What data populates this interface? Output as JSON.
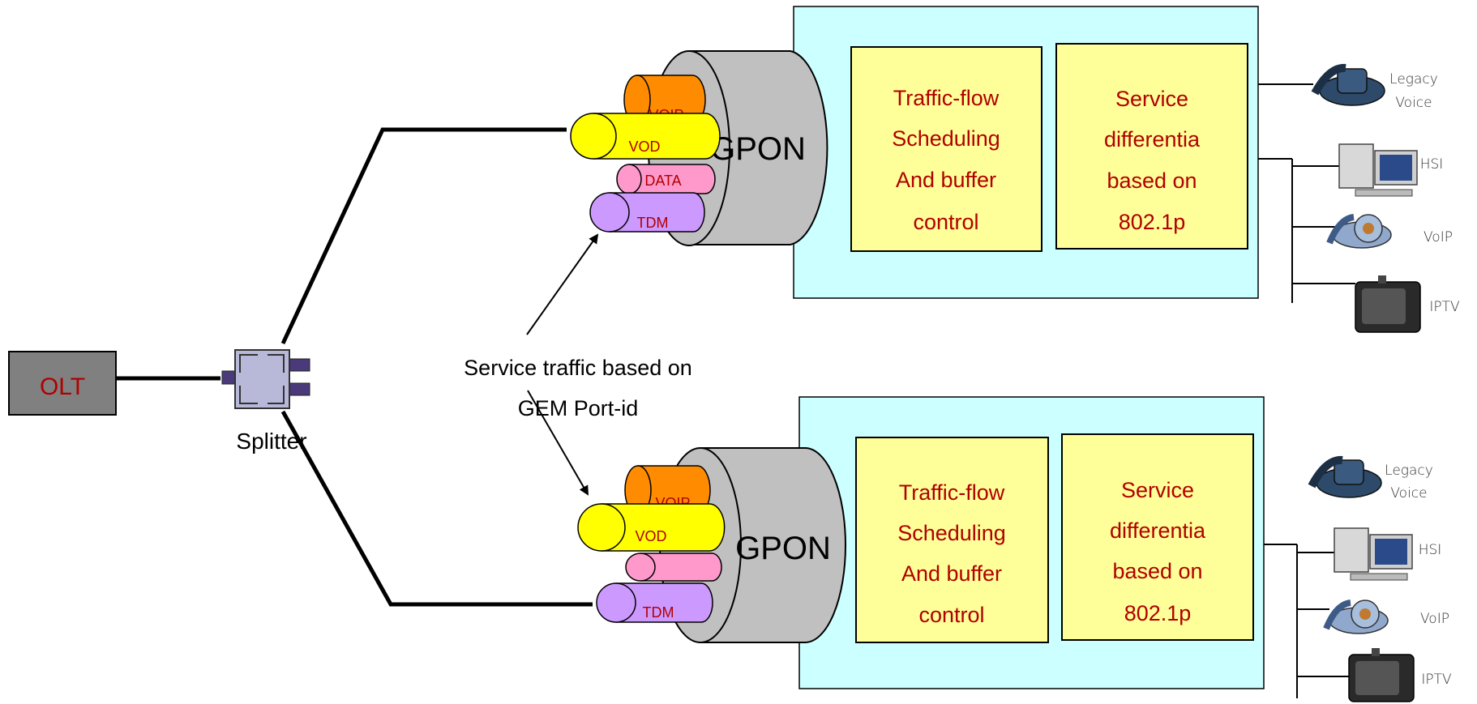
{
  "olt": {
    "label": "OLT"
  },
  "splitter": {
    "label": "Splitter"
  },
  "annotation": {
    "line1": "Service traffic based on",
    "line2": "GEM Port-id"
  },
  "onts": [
    {
      "cable_label": "GPON",
      "flows": {
        "voip": "VOIP",
        "vod": "VOD",
        "data": "DATA",
        "tdm": "TDM"
      },
      "box1": [
        "Traffic-flow",
        "Scheduling",
        "And buffer",
        "control"
      ],
      "box2": [
        "Service",
        "differentia",
        "based on",
        "802.1p"
      ],
      "devices": {
        "legacy_line1": "Legacy",
        "legacy_line2": "Voice",
        "hsi": "HSI",
        "voip": "VoIP",
        "iptv": "IPTV"
      }
    },
    {
      "cable_label": "GPON",
      "flows": {
        "voip": "VOIP",
        "vod": "VOD",
        "data": "",
        "tdm": "TDM"
      },
      "box1": [
        "Traffic-flow",
        "Scheduling",
        "And buffer",
        "control"
      ],
      "box2": [
        "Service",
        "differentia",
        "based on",
        "802.1p"
      ],
      "devices": {
        "legacy_line1": "Legacy",
        "legacy_line2": "Voice",
        "hsi": "HSI",
        "voip": "VoIP",
        "iptv": "IPTV"
      }
    }
  ],
  "colors": {
    "olt_fill": "#808080",
    "text_red": "#b00000",
    "ont_panel": "#ccffff",
    "box_fill": "#ffff99",
    "cable_gray": "#c0c0c0",
    "voip_orange": "#ff8c00",
    "vod_yellow": "#ffff00",
    "data_pink": "#ff99cc",
    "tdm_purple": "#cc99ff"
  }
}
